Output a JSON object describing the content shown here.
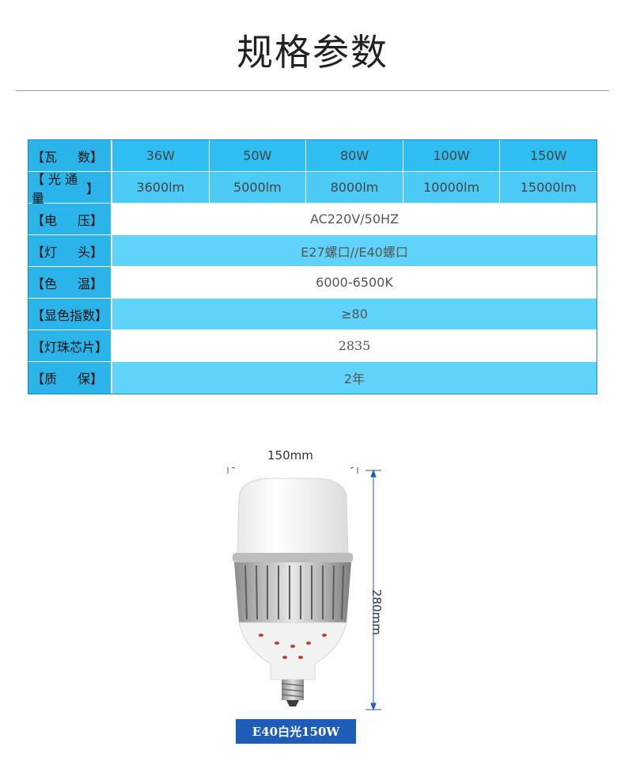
{
  "title": "规格参数",
  "spec": {
    "watt": {
      "label_a": "【瓦",
      "label_b": "数】",
      "values": [
        "36W",
        "50W",
        "80W",
        "100W",
        "150W"
      ]
    },
    "lumen": {
      "label_a": "【光通量",
      "label_b": "】",
      "values": [
        "3600lm",
        "5000lm",
        "8000lm",
        "10000lm",
        "15000lm"
      ]
    },
    "voltage": {
      "label_a": "【电",
      "label_b": "压】",
      "value": "AC220V/50HZ"
    },
    "base": {
      "label_a": "【灯",
      "label_b": "头】",
      "value": "E27螺口//E40螺口"
    },
    "color_temp": {
      "label_a": "【色",
      "label_b": "温】",
      "value": "6000-6500K"
    },
    "cri": {
      "label": "【显色指数】",
      "value": "≥80"
    },
    "chip": {
      "label": "【灯珠芯片】",
      "value": "2835"
    },
    "warranty": {
      "label_a": "【质",
      "label_b": "保】",
      "value": "2年"
    }
  },
  "dimensions": {
    "width": "150mm",
    "height": "280mm"
  },
  "product_caption": "E40白光150W",
  "colors": {
    "label_bg": "#2ab4ea",
    "row_blue": "#5fd3f9",
    "caption_bg": "#1e5cb8"
  }
}
